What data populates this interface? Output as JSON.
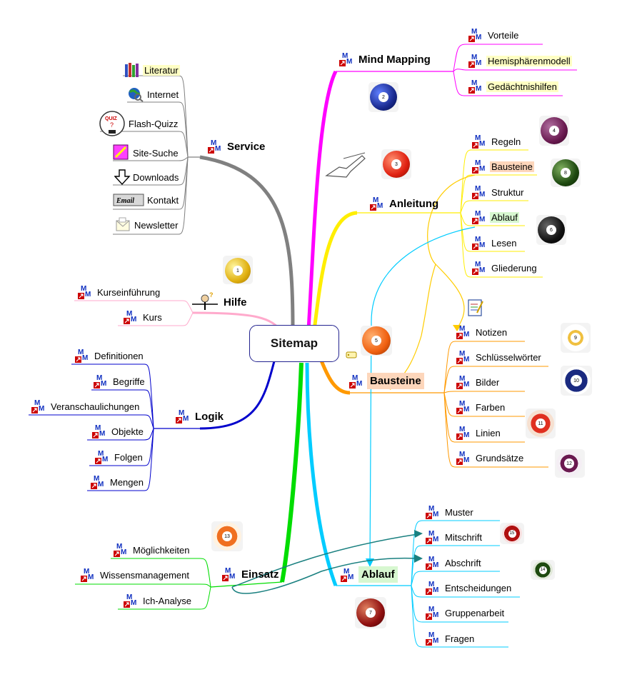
{
  "center": {
    "label": "Sitemap"
  },
  "branches": {
    "mind_mapping": {
      "label": "Mind Mapping",
      "items": [
        "Vorteile",
        "Hemisphärenmodell",
        "Gedächtnishilfen"
      ]
    },
    "anleitung": {
      "label": "Anleitung",
      "items": [
        "Regeln",
        "Bausteine",
        "Struktur",
        "Ablauf",
        "Lesen",
        "Gliederung"
      ]
    },
    "bausteine": {
      "label": "Bausteine",
      "items": [
        "Notizen",
        "Schlüsselwörter",
        "Bilder",
        "Farben",
        "Linien",
        "Grundsätze"
      ]
    },
    "ablauf": {
      "label": "Ablauf",
      "items": [
        "Muster",
        "Mitschrift",
        "Abschrift",
        "Entscheidungen",
        "Gruppenarbeit",
        "Fragen"
      ]
    },
    "service": {
      "label": "Service",
      "items": [
        "Literatur",
        "Internet",
        "Flash-Quizz",
        "Site-Suche",
        "Downloads",
        "Kontakt",
        "Newsletter"
      ]
    },
    "hilfe": {
      "label": "Hilfe",
      "items": [
        "Kurseinführung",
        "Kurs"
      ]
    },
    "logik": {
      "label": "Logik",
      "items": [
        "Definitionen",
        "Begriffe",
        "Veranschaulichungen",
        "Objekte",
        "Folgen",
        "Mengen"
      ]
    },
    "einsatz": {
      "label": "Einsatz",
      "items": [
        "Möglichkeiten",
        "Wissensmanagement",
        "Ich-Analyse"
      ]
    }
  },
  "icons": {
    "quiz_label": "QUIZ",
    "email_label": "Email",
    "mm_icon": "mindmanager-logo-icon"
  },
  "balls": [
    "1",
    "2",
    "3",
    "4",
    "5",
    "6",
    "7",
    "8",
    "9",
    "10",
    "11",
    "12",
    "13",
    "14",
    "15"
  ],
  "colors": {
    "mind_mapping": "#ff00ff",
    "anleitung": "#ffee00",
    "bausteine": "#ff9900",
    "ablauf": "#00ccff",
    "service": "#808080",
    "hilfe": "#ffaacc",
    "logik": "#0000cc",
    "einsatz": "#00dd00",
    "cross_link_teal": "#1a8080",
    "center_border": "#23238f"
  }
}
